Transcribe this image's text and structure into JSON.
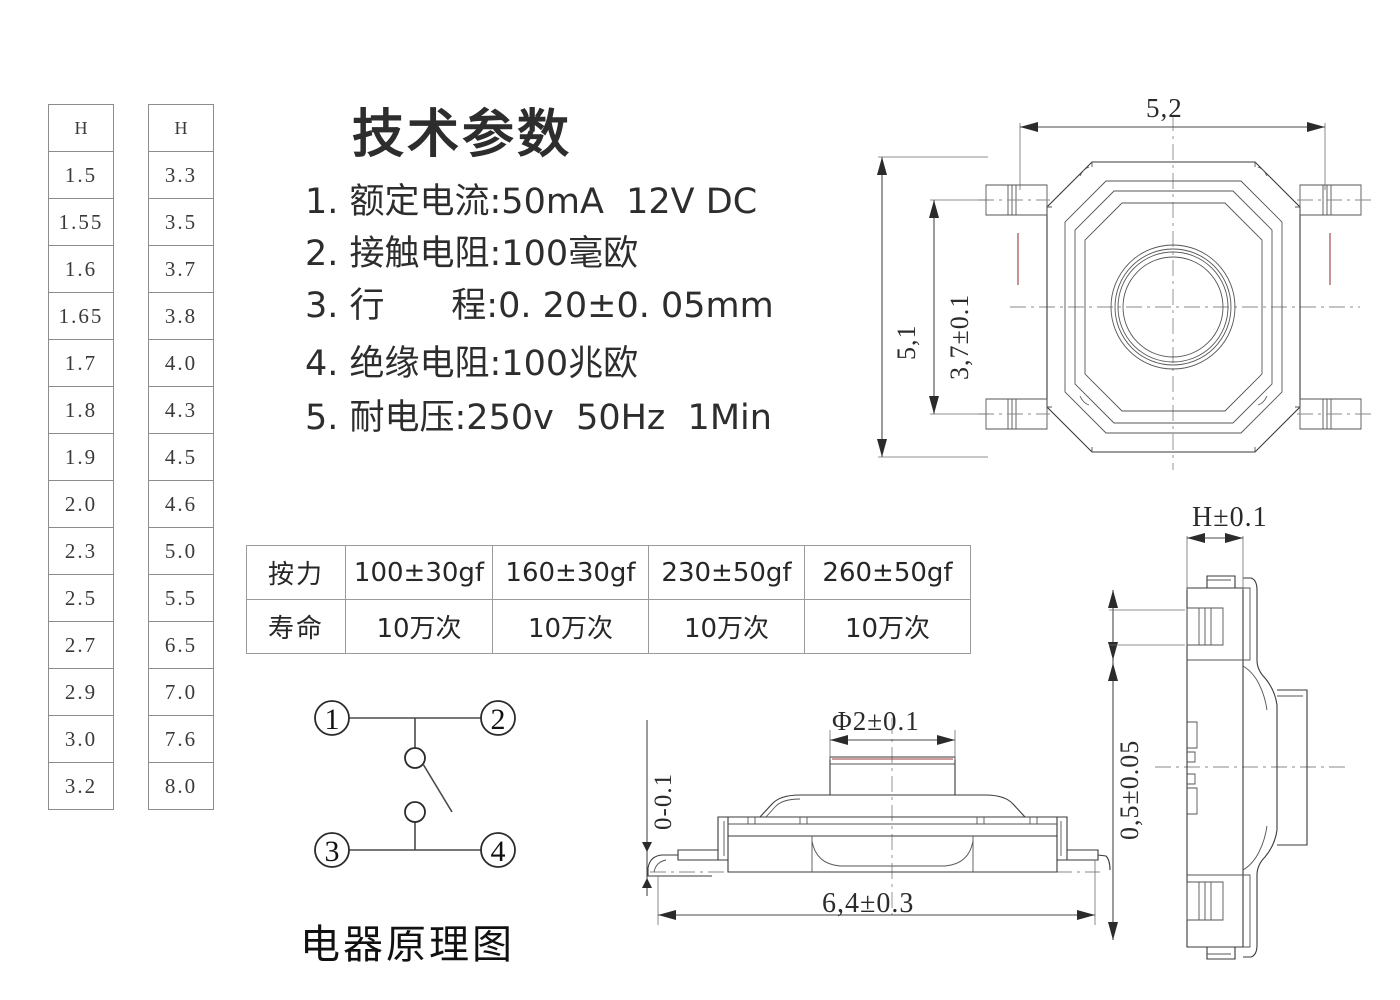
{
  "h_table_left": {
    "header": "H",
    "values": [
      "1.5",
      "1.55",
      "1.6",
      "1.65",
      "1.7",
      "1.8",
      "1.9",
      "2.0",
      "2.3",
      "2.5",
      "2.7",
      "2.9",
      "3.0",
      "3.2"
    ]
  },
  "h_table_right": {
    "header": "H",
    "values": [
      "3.3",
      "3.5",
      "3.7",
      "3.8",
      "4.0",
      "4.3",
      "4.5",
      "4.6",
      "5.0",
      "5.5",
      "6.5",
      "7.0",
      "7.6",
      "8.0"
    ]
  },
  "tech": {
    "title": "技术参数",
    "items": [
      "1. 额定电流:50mA  12V DC",
      "2. 接触电阻:100毫欧",
      "3. 行      程:0. 20±0. 05mm",
      "4. 绝缘电阻:100兆欧",
      "5. 耐电压:250v  50Hz  1Min"
    ]
  },
  "force_table": {
    "row1_label": "按力",
    "row2_label": "寿命",
    "forces": [
      "100±30gf",
      "160±30gf",
      "230±50gf",
      "260±50gf"
    ],
    "lives": [
      "10万次",
      "10万次",
      "10万次",
      "10万次"
    ]
  },
  "schematic": {
    "caption": "电器原理图",
    "terminals": [
      "①",
      "②",
      "③",
      "④"
    ]
  },
  "plan_view": {
    "dim_width": "5,2",
    "dim_height_outer": "5,1",
    "dim_height_inner": "3,7±0.1"
  },
  "section_view": {
    "dim_boss": "Φ2±0.1",
    "dim_lead_thickness": "0-0.1",
    "dim_overall_width": "6,4±0.3"
  },
  "side_view": {
    "dim_height": "H±0.1",
    "dim_body": "0,5±0.05"
  },
  "colors": {
    "line": "#3a3a3a",
    "accent_red": "#9e3b3b",
    "text": "#231f20"
  }
}
